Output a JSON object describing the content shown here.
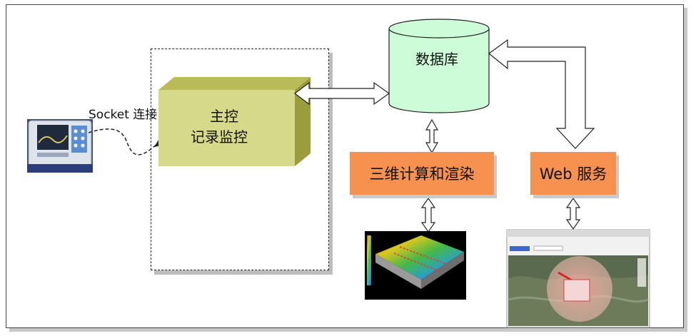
{
  "diagram": {
    "socket_label": "Socket 连接",
    "main_box": {
      "line1": "主控",
      "line2": "记录监控"
    },
    "database": "数据库",
    "render_box": "三维计算和渲染",
    "web_box": "Web 服务"
  },
  "colors": {
    "cube_front": "#d6d98a",
    "cube_top": "#b8bb57",
    "cube_side": "#9b9d3c",
    "db_fill": "#ccfcd8",
    "box_fill": "#f6914f"
  },
  "icons": [
    "handheld-device-icon",
    "render-image",
    "map-screenshot"
  ]
}
